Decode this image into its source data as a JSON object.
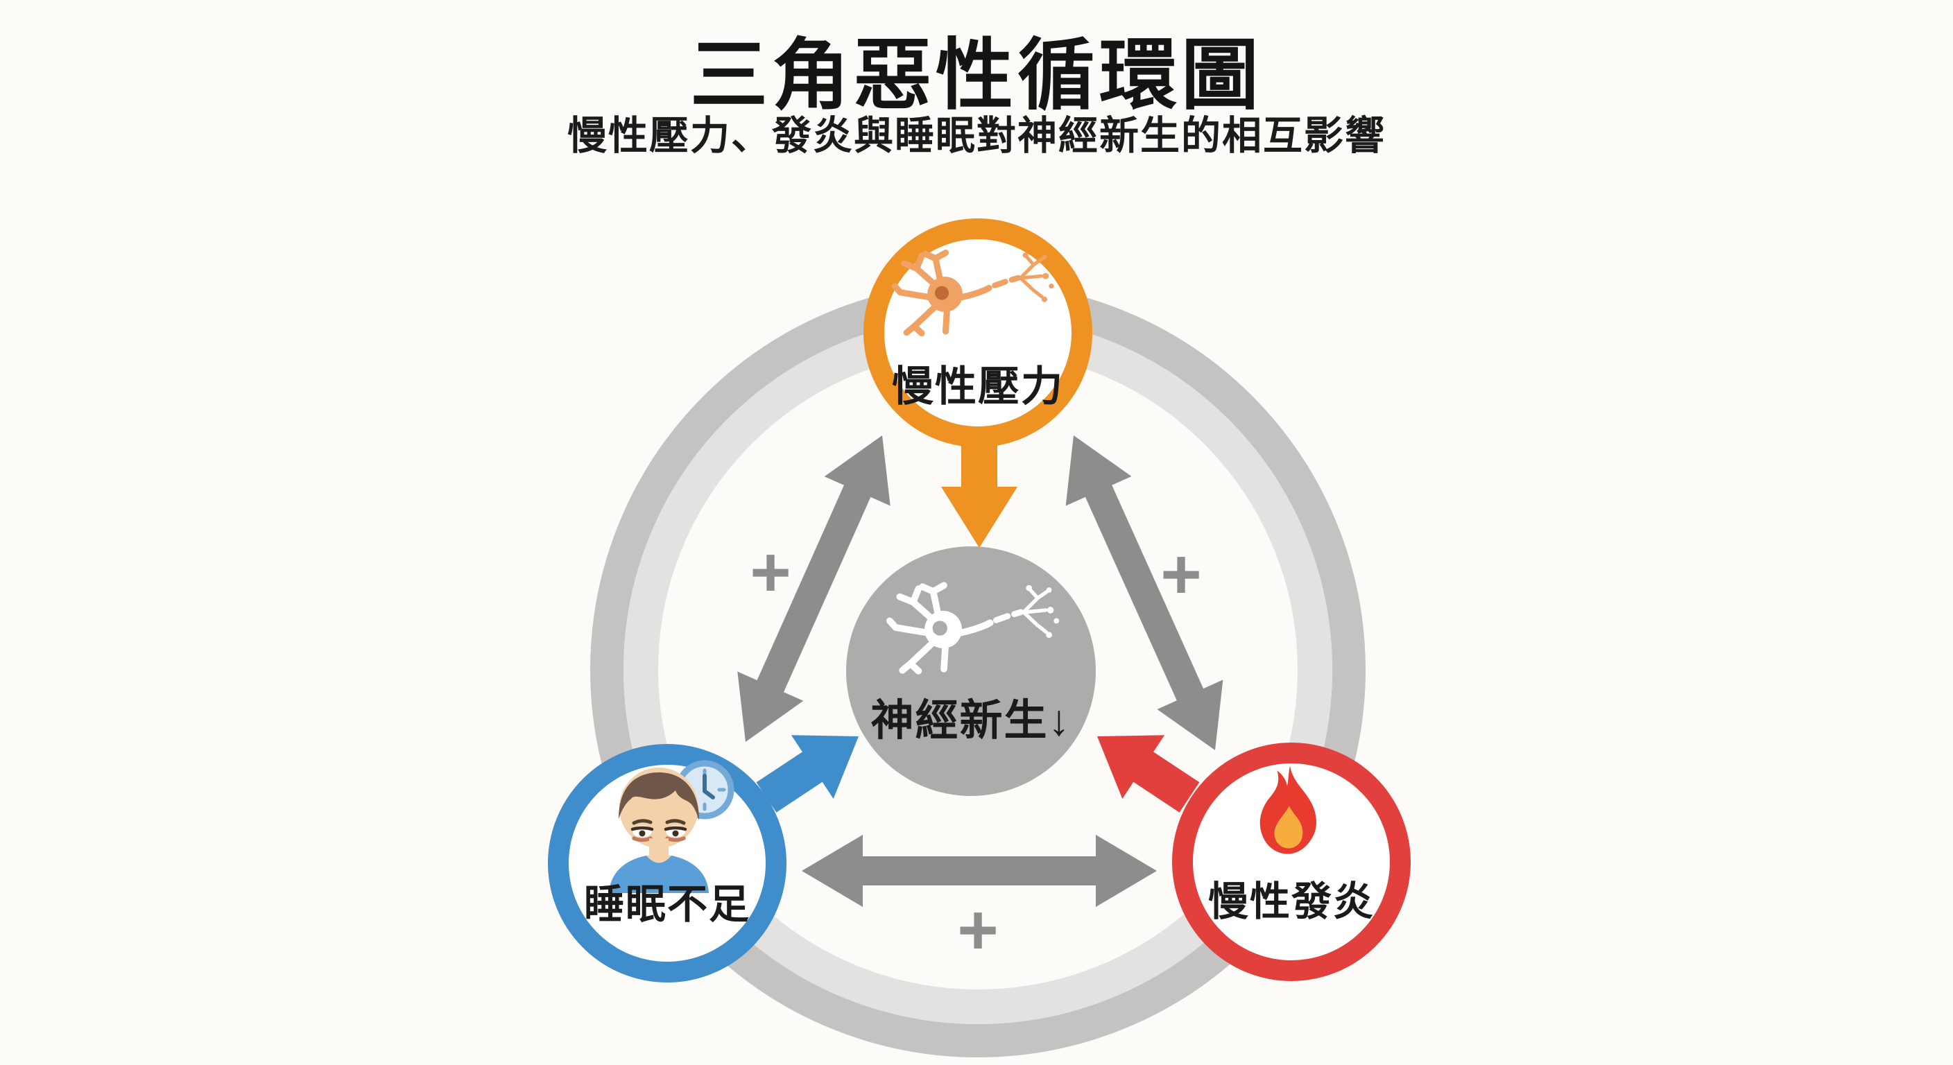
{
  "title": "三角惡性循環圖",
  "subtitle": "慢性壓力、發炎與睡眠對神經新生的相互影響",
  "center_node": {
    "label": "神經新生↓",
    "icon": "neuron-icon",
    "color": "#aeacaa"
  },
  "nodes": {
    "stress": {
      "label": "慢性壓力",
      "icon": "neuron-icon",
      "color": "#ee9224"
    },
    "sleep": {
      "label": "睡眠不足",
      "icon": "sleepy-person-icon clock-icon",
      "color": "#3f8dcb"
    },
    "inflammation": {
      "label": "慢性發炎",
      "icon": "flame-icon",
      "color": "#e2403c"
    }
  },
  "relations": {
    "plus_label": "+",
    "mutual_pairs": [
      "慢性壓力 ↔ 睡眠不足",
      "慢性壓力 ↔ 慢性發炎",
      "睡眠不足 ↔ 慢性發炎"
    ],
    "into_center": [
      "慢性壓力 → 神經新生↓",
      "睡眠不足 → 神經新生↓",
      "慢性發炎 → 神經新生↓"
    ]
  },
  "colors": {
    "background": "#fcfbf8",
    "ring_outer_band": "#c4c3c1",
    "ring_inner_band": "#e3e2e0",
    "gray_arrow": "#8f8d8b",
    "plus_sign": "#8d8d8d",
    "center_circle": "#aeacaa",
    "stress_orange": "#ee9224",
    "sleep_blue": "#3f8dcb",
    "inflammation_red": "#e2403c"
  }
}
